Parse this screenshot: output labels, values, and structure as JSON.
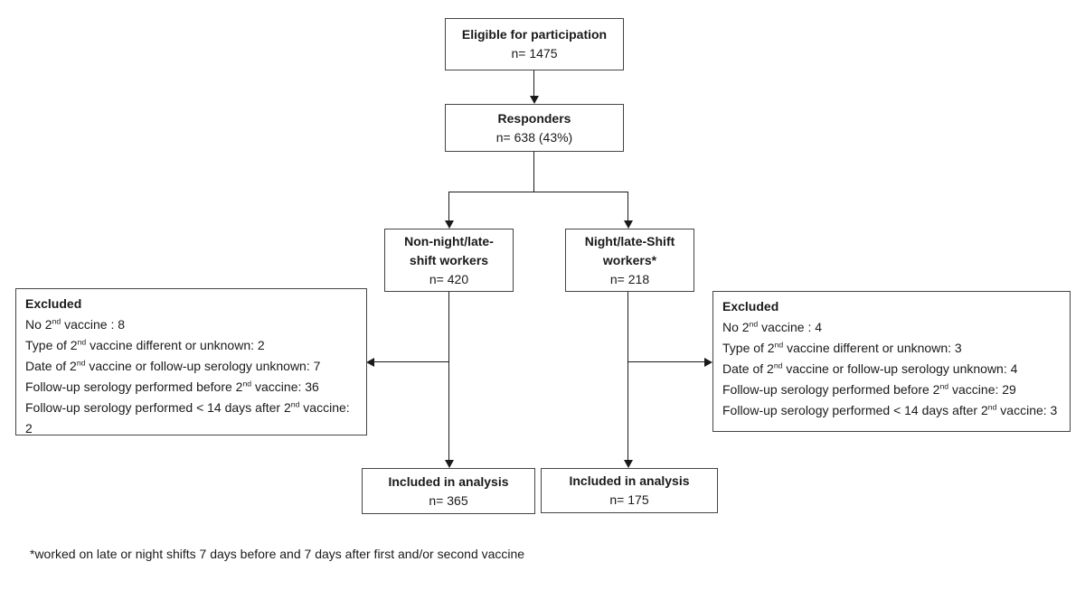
{
  "boxes": {
    "eligible": {
      "title": "Eligible for participation",
      "n": "n= 1475"
    },
    "responders": {
      "title": "Responders",
      "n": "n= 638 (43%)"
    },
    "non_night_shift": {
      "title": "Non-night/late-shift workers",
      "n": "n= 420"
    },
    "night_shift": {
      "title": "Night/late-Shift workers*",
      "n": "n= 218"
    },
    "excluded_left": {
      "title": "Excluded",
      "lines": [
        "No 2^{nd} vaccine : 8",
        "Type of 2^{nd} vaccine different or unknown: 2",
        "Date of 2^{nd} vaccine or follow-up serology unknown: 7",
        "Follow-up serology performed before 2^{nd} vaccine: 36",
        "Follow-up serology performed < 14 days after 2^{nd} vaccine: 2"
      ]
    },
    "excluded_right": {
      "title": "Excluded",
      "lines": [
        "No 2^{nd} vaccine : 4",
        "Type of 2^{nd} vaccine different or unknown: 3",
        "Date of 2^{nd} vaccine or follow-up serology unknown: 4",
        "Follow-up serology performed before 2^{nd} vaccine: 29",
        "Follow-up serology performed < 14 days after 2^{nd} vaccine: 3"
      ]
    },
    "included_left": {
      "title": "Included in analysis",
      "n": "n= 365"
    },
    "included_right": {
      "title": "Included in analysis",
      "n": "n= 175"
    }
  },
  "footnote": "*worked on late or night shifts 7 days before and 7 days after first and/or second vaccine",
  "colors": {
    "background": "#ffffff",
    "border": "#444444",
    "line": "#1a1a1a",
    "text": "#1a1a1a"
  }
}
